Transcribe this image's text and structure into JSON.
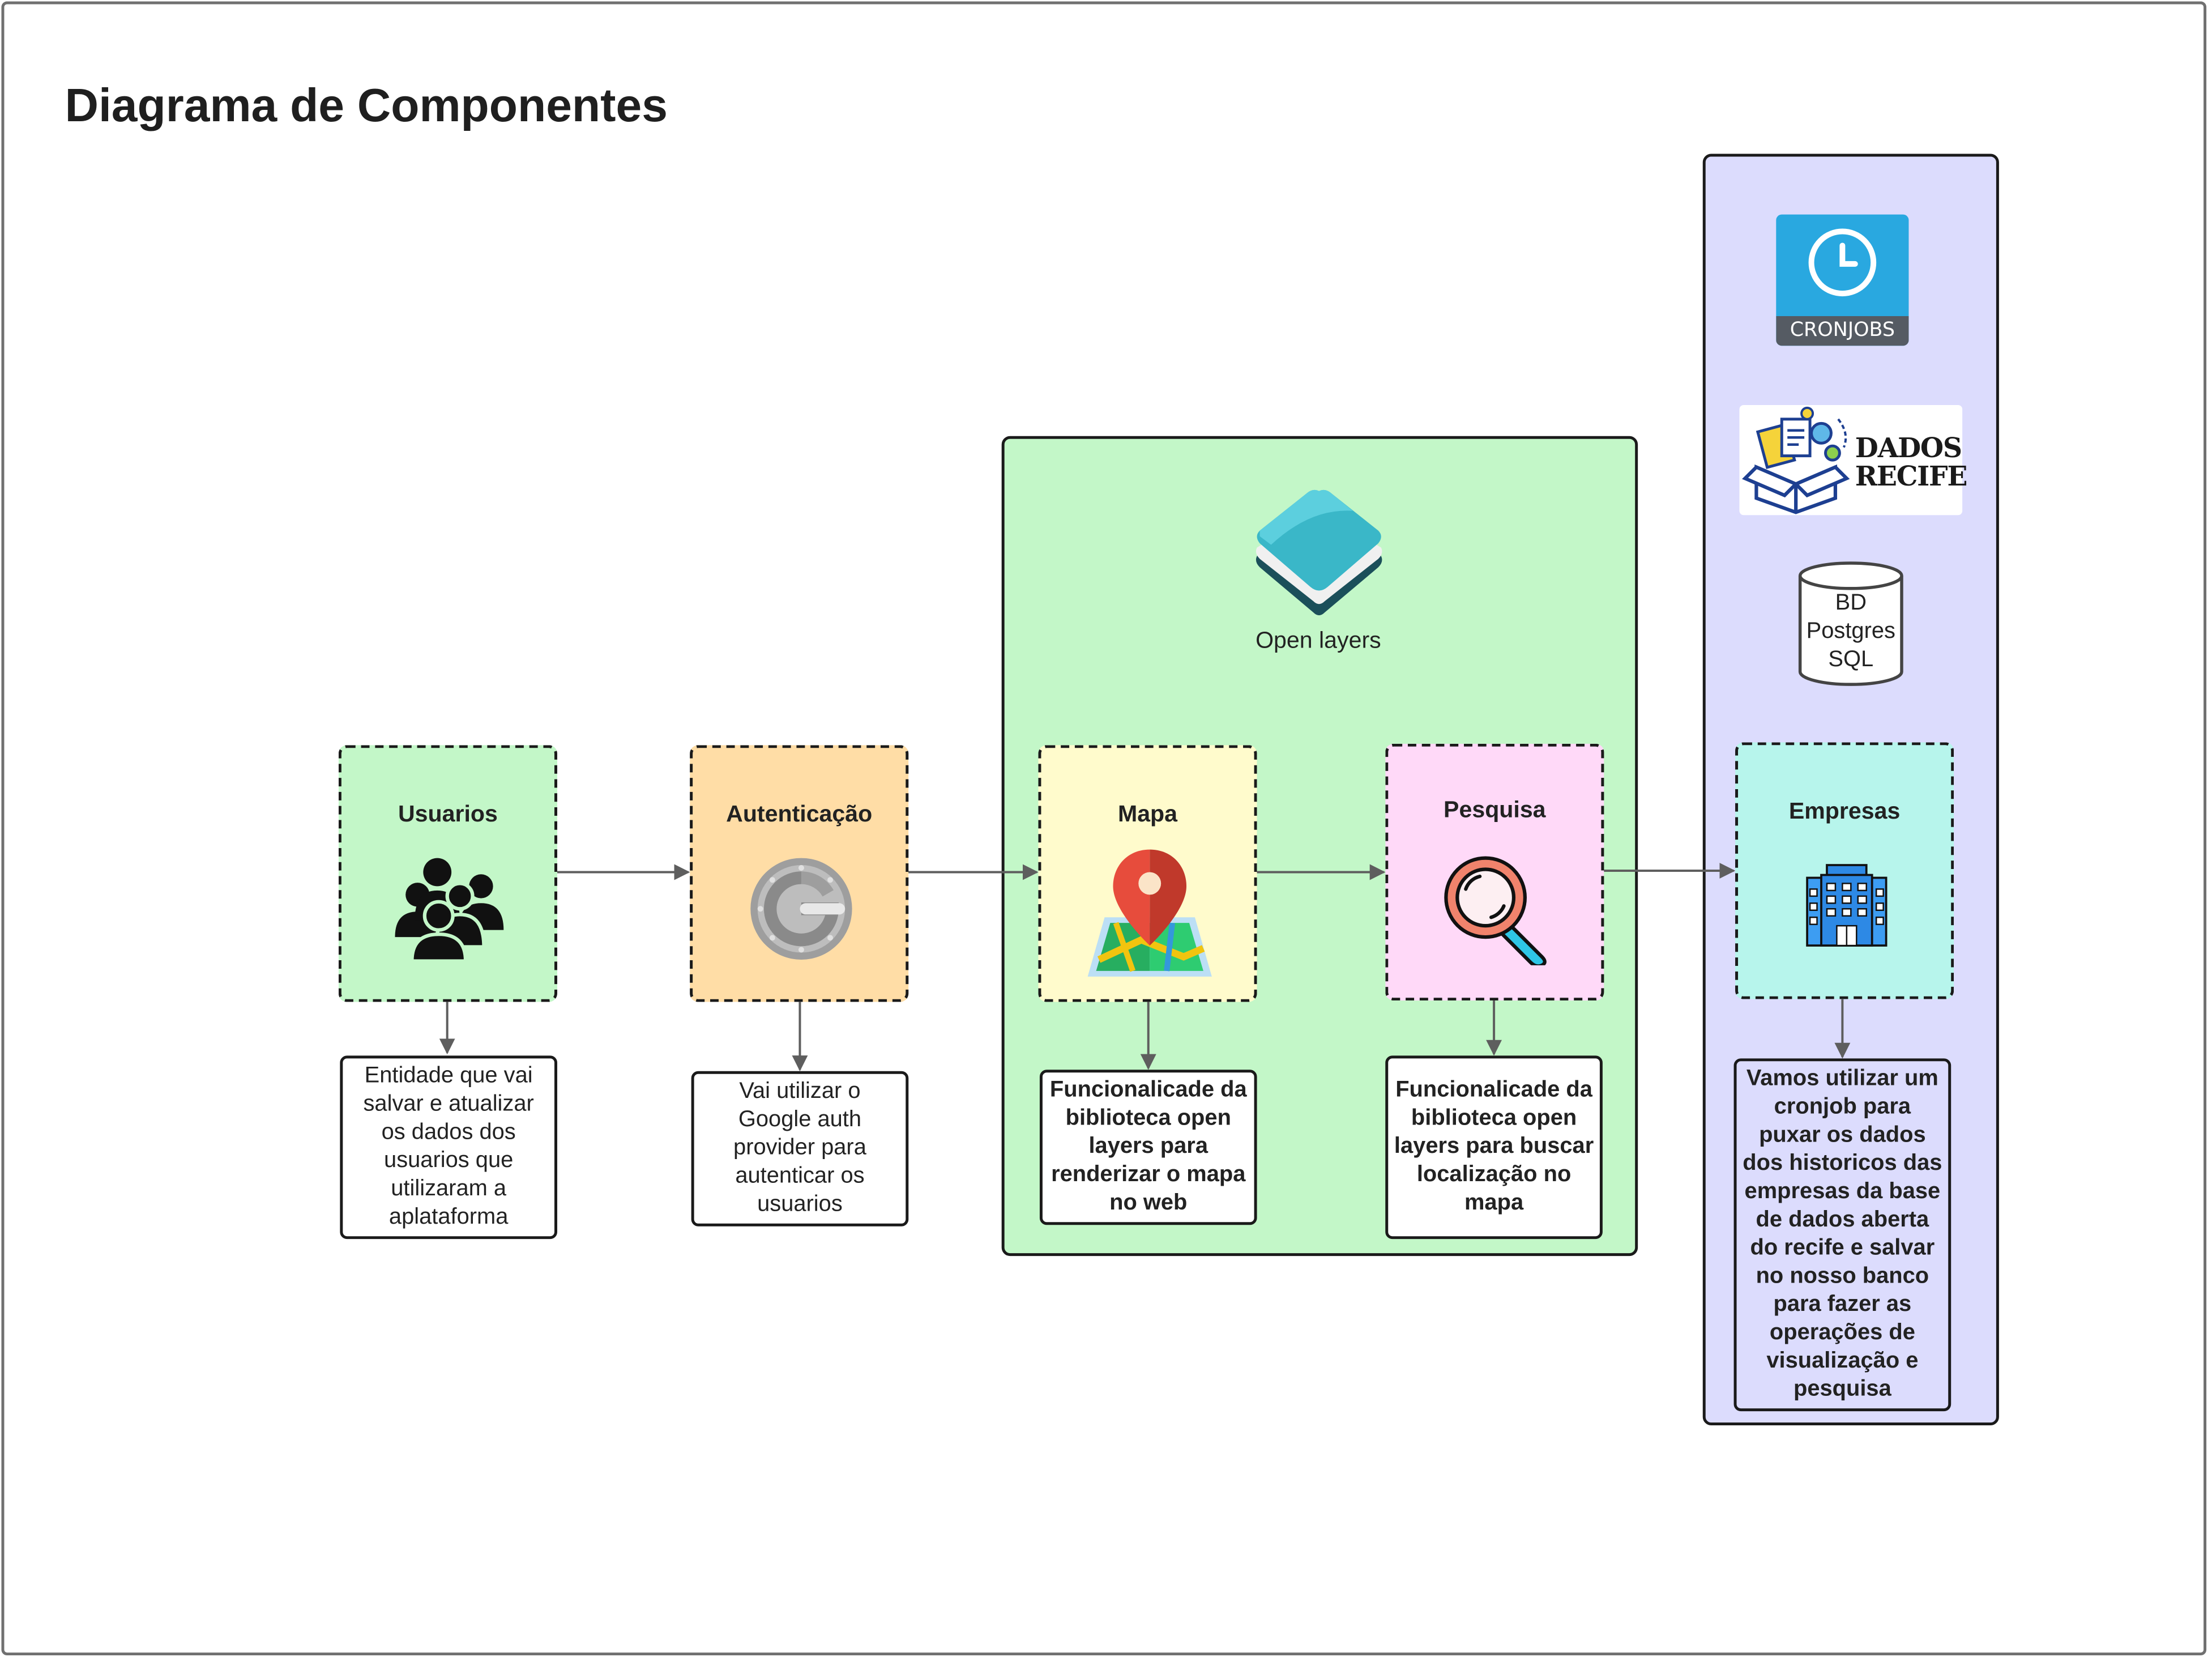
{
  "title": "Diagrama de Componentes",
  "components": {
    "usuarios": {
      "label": "Usuarios",
      "note": "Entidade que vai salvar e atualizar os dados dos usuarios que utilizaram a aplataforma"
    },
    "autenticacao": {
      "label": "Autenticação",
      "note": "Vai utilizar o Google auth provider para autenticar os usuarios"
    },
    "mapa": {
      "label": "Mapa",
      "note": "Funcionalicade da biblioteca open layers para renderizar o mapa no web"
    },
    "pesquisa": {
      "label": "Pesquisa",
      "note": "Funcionalicade da biblioteca open layers para buscar localização no mapa"
    },
    "empresas": {
      "label": "Empresas",
      "note": "Vamos utilizar um cronjob para puxar os dados dos historicos das empresas da base de dados aberta do recife e salvar no nosso banco para fazer as operações de visualização e pesquisa"
    }
  },
  "openlayers": {
    "label": "Open layers"
  },
  "cronjobs": {
    "label": "CRONJOBS"
  },
  "dados_recife": {
    "line1": "DADOS",
    "line2": "RECIFE"
  },
  "database": {
    "line1": "BD",
    "line2": "Postgres",
    "line3": "SQL"
  },
  "colors": {
    "usuarios_fill": "#c3f7c8",
    "autenticacao_fill": "#ffdda6",
    "mapa_fill": "#fffbcc",
    "pesquisa_fill": "#ffd9f8",
    "empresas_fill": "#b7f5ec",
    "openlayers_container": "#c3f7c8",
    "backend_container": "#dcdcfd",
    "cronjobs_blue": "#29a8e0",
    "connector": "#5e5e5e"
  }
}
